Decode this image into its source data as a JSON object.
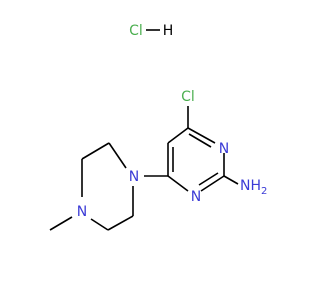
{
  "diagram": {
    "salt": {
      "text": "Cl—H",
      "left_atom": "Cl",
      "right_atom": "H",
      "color": "#4caf50"
    },
    "atoms": {
      "chlorine": "Cl",
      "ring_n_top": "N",
      "ring_n_bottom": "N",
      "amine": "NH",
      "amine_subscript": "2",
      "piperazine_n1": "N",
      "piperazine_n4": "N"
    },
    "colors": {
      "carbon_bond": "#000000",
      "nitrogen": "#3b3bd6",
      "chlorine": "#4caf50"
    }
  }
}
